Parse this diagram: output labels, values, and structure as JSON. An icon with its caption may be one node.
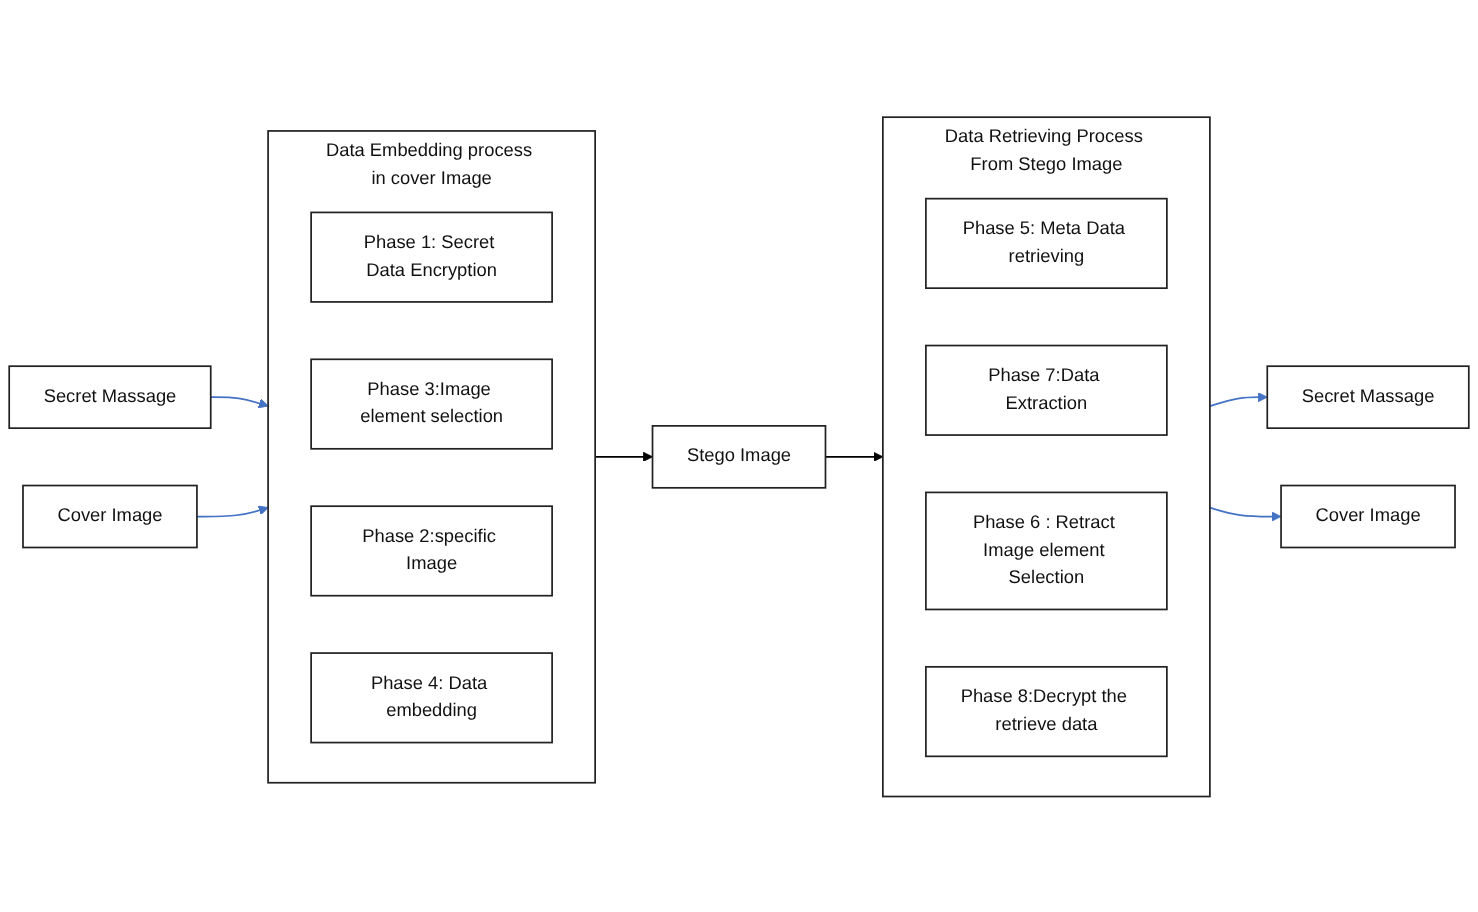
{
  "diagram": {
    "nodes": [
      {
        "text": [
          "Secret Massage"
        ]
      },
      {
        "text": [
          "Cover Image"
        ]
      },
      {
        "text": [
          "Data Embedding process in cover Image"
        ]
      },
      {
        "text": [
          "Phase 1: Secret Data Encryption"
        ],
        "in": 2
      },
      {
        "text": [
          "Phase 3:Image element selection"
        ],
        "in": 2
      },
      {
        "text": [
          "Phase 2:specific Image"
        ],
        "in": 2
      },
      {
        "text": [
          "Phase 4: Data embedding"
        ],
        "in": 2
      },
      {
        "text": [
          "Stego Image"
        ]
      },
      {
        "text": [
          "Data Retrieving Process From Stego Image"
        ]
      },
      {
        "text": [
          "Phase 5: Meta Data retrieving"
        ],
        "in": 8
      },
      {
        "text": [
          "Phase 7:Data Extraction"
        ],
        "in": 8
      },
      {
        "text": [
          "Phase 6 : Retract Image element Selection"
        ],
        "in": 8
      },
      {
        "text": [
          "Phase 8:Decrypt the retrieve data"
        ],
        "in": 8
      },
      {
        "text": [
          "Secret Massage"
        ]
      },
      {
        "text": [
          "Cover Image"
        ]
      }
    ],
    "edges": [
      {
        "from": 0,
        "to": 2,
        "arrow": "to"
      },
      {
        "from": 1,
        "to": 2,
        "arrow": "to"
      },
      {
        "from": 2,
        "to": 7,
        "arrow": "to",
        "color": "#000000"
      },
      {
        "from": 7,
        "to": 8,
        "arrow": "to",
        "color": "#000000"
      },
      {
        "from": 8,
        "to": 13,
        "arrow": "to"
      },
      {
        "from": 8,
        "to": 14,
        "arrow": "to"
      }
    ]
  }
}
